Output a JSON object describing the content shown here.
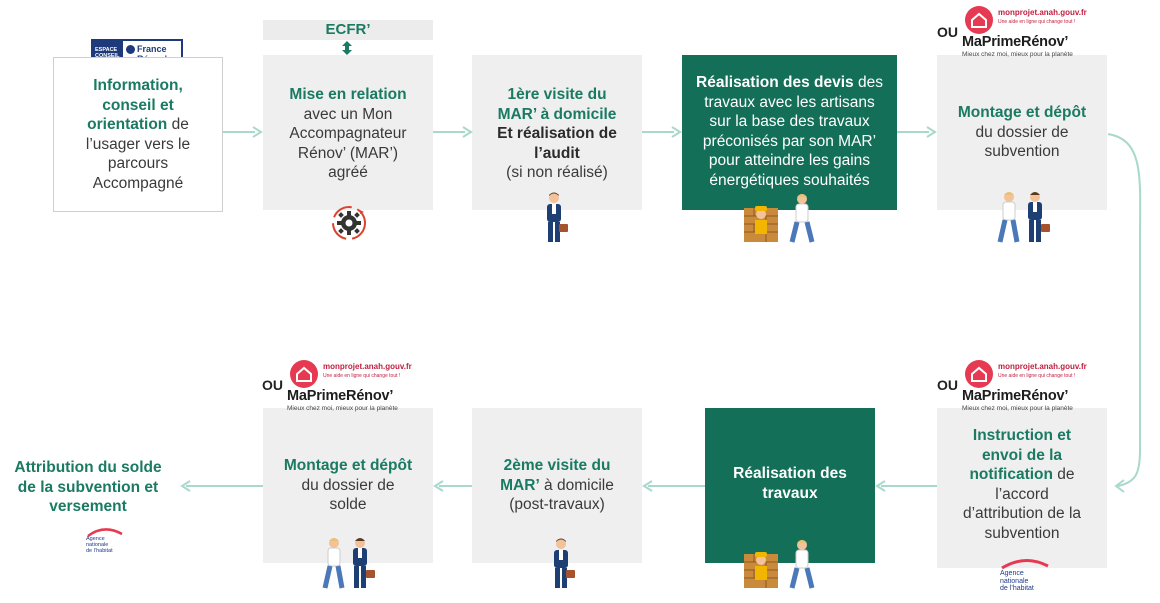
{
  "ecfr_label": "ECFR’",
  "or_label": "OU",
  "logos": {
    "france_renov": {
      "line1": "ESPACE",
      "line2": "CONSEIL",
      "name1": "France",
      "name2": "Rénov’"
    },
    "monprojet": {
      "site": "monprojet.anah.gouv.fr",
      "tagline": "Une aide en ligne qui change tout !"
    },
    "maprimerenov": {
      "name": "MaPrimeRénov’",
      "tagline": "Mieux chez moi, mieux pour la planète"
    },
    "anah": {
      "line1": "Agence",
      "line2": "nationale",
      "line3": "de l’habitat"
    }
  },
  "steps": {
    "s1": {
      "parts": [
        {
          "t": "Information,",
          "s": "g"
        },
        {
          "t": "conseil et",
          "s": "g"
        },
        {
          "t": "orientation",
          "s": "g",
          "tail": " de"
        },
        {
          "t": "l’usager vers le",
          "s": ""
        },
        {
          "t": "parcours",
          "s": ""
        },
        {
          "t": "Accompagné",
          "s": ""
        }
      ]
    },
    "s2": {
      "line1": "Mise en relation",
      "line2": "avec un Mon",
      "line3": "Accompagnateur",
      "line4": "Rénov’ (MAR’)",
      "line5": "agréé"
    },
    "s3": {
      "line1": "1ère visite du",
      "line2": "MAR’ à domicile",
      "line3": "Et réalisation de",
      "line4": "l’audit",
      "line5": "(si non réalisé)"
    },
    "s4": {
      "line1a": "Réalisation des devis",
      "line1b": " des",
      "line2": "travaux avec les artisans",
      "line3": "sur la base des travaux",
      "line4": "préconisés par son MAR’",
      "line5": "pour atteindre les gains",
      "line6": "énergétiques souhaités"
    },
    "s5": {
      "line1": "Montage et dépôt",
      "line2": "du dossier de",
      "line3": "subvention"
    },
    "s6": {
      "line1": "Instruction et",
      "line2": "envoi de la",
      "line3a": "notification",
      "line3b": " de",
      "line4": "l’accord",
      "line5": "d’attribution de la",
      "line6": "subvention"
    },
    "s7": {
      "line1": "Réalisation des",
      "line2": "travaux"
    },
    "s8": {
      "line1": "2ème visite du",
      "line2a": "MAR’",
      "line2b": " à domicile",
      "line3": "(post-travaux)"
    },
    "s9": {
      "line1": "Montage et dépôt",
      "line2": "du dossier de",
      "line3": "solde"
    },
    "s10": {
      "line1": "Attribution du solde",
      "line2": "de la subvention  et",
      "line3": "versement"
    }
  },
  "colors": {
    "accent": "#1a7a62",
    "dark_box": "#136f58",
    "box": "#efefef",
    "arrow": "#a9d8cc",
    "brand_red": "#e63a52"
  }
}
